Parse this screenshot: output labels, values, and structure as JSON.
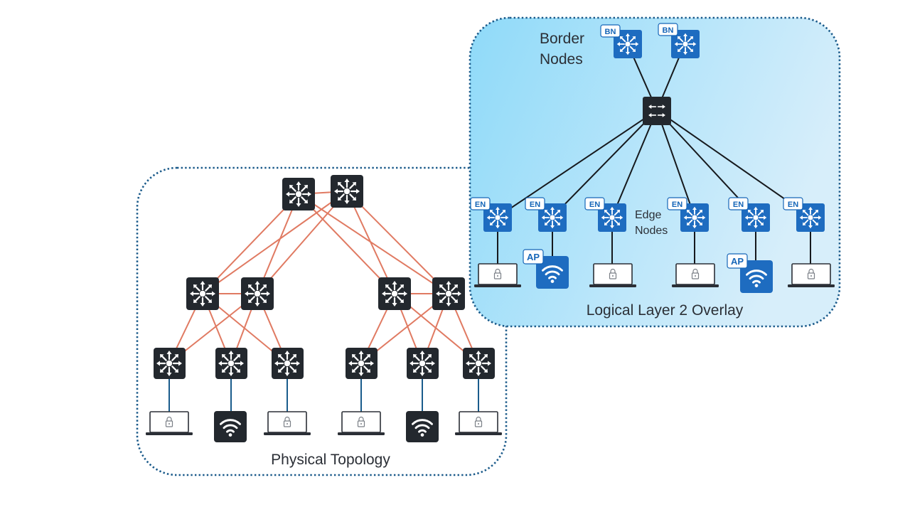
{
  "physical": {
    "title": "Physical Topology"
  },
  "overlay": {
    "title": "Logical Layer 2 Overlay",
    "border_label_line1": "Border",
    "border_label_line2": "Nodes",
    "edge_label_line1": "Edge",
    "edge_label_line2": "Nodes",
    "badges": {
      "border": "BN",
      "edge": "EN",
      "access_point": "AP"
    }
  },
  "icons": {
    "l3_switch": "router-switch-icon",
    "l2_switch": "layer2-switch-icon",
    "laptop": "laptop-lock-icon",
    "access_point": "wifi-access-point-icon"
  },
  "colors": {
    "physical_link": "#e07a62",
    "overlay_link": "#16191d",
    "access_link": "#1a5c8c",
    "dark_device": "#23282e",
    "blue_device": "#1e6cc0",
    "overlay_fill_start": "#8fdaf9",
    "overlay_fill_end": "#d7eefa",
    "border_dotted": "#1a5a8a"
  }
}
